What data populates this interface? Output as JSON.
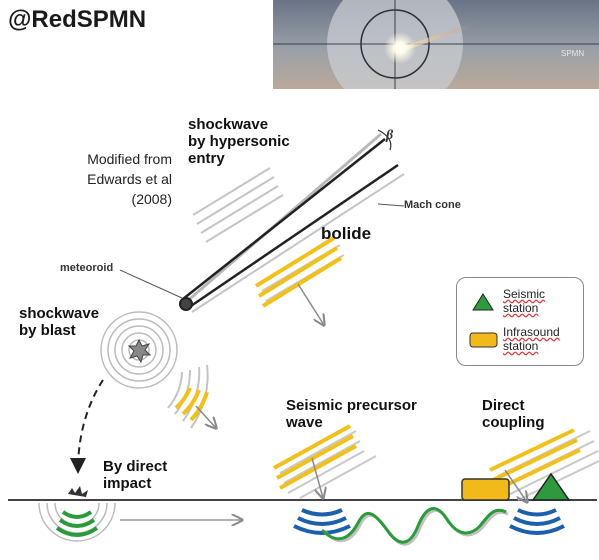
{
  "handle": "@RedSPMN",
  "photo": {
    "watermark": "SPMN"
  },
  "credit": {
    "line1": "Modified from",
    "line2": "Edwards et al (2008)"
  },
  "labels": {
    "shockwave_entry": [
      "shockwave",
      "by hypersonic",
      "entry"
    ],
    "beta": "β",
    "mach_cone": "Mach cone",
    "bolide": "bolide",
    "meteoroid": "meteoroid",
    "shockwave_blast": [
      "shockwave",
      "by blast"
    ],
    "direct_impact": [
      "By direct",
      "impact"
    ],
    "seismic_precursor": [
      "Seismic precursor",
      "wave"
    ],
    "direct_coupling": [
      "Direct",
      "coupling"
    ]
  },
  "legend": {
    "seismic": [
      "Seismic",
      "station"
    ],
    "infrasound": [
      "Infrasound",
      "station"
    ]
  },
  "colors": {
    "shock_yellow": "#f2c01b",
    "ground_green": "#2a9a3a",
    "seismic_blue": "#1b5fae",
    "station_green": "#2e9a3e",
    "station_yellow": "#f2b91a",
    "wave_gray": "#b3b3b3"
  },
  "icons": [
    "seismic-station-icon",
    "infrasound-station-icon"
  ]
}
